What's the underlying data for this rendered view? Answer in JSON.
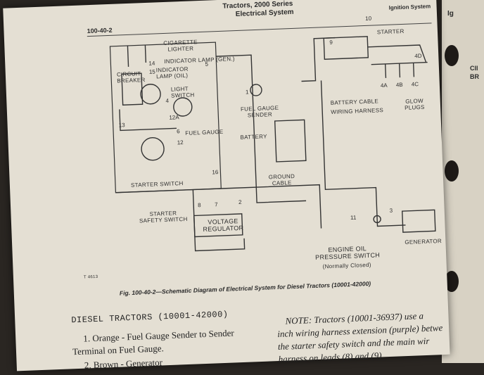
{
  "header": {
    "page_number": "100-40-2",
    "book_title": "Tractors, 2000 Series",
    "section_title": "Electrical System",
    "right_page_header": "Ignition System",
    "right_edge_1": "Ig",
    "right_edge_2": "Cll",
    "right_edge_3": "BR"
  },
  "diagram": {
    "labels": {
      "cigarette_lighter": "CIGARETTE\nLIGHTER",
      "indicator_lamp_gen": "INDICATOR LAMP (GEN.)",
      "indicator_lamp_oil": "INDICATOR\nLAMP (OIL)",
      "circuit_breaker": "CIRCUIT\nBREAKER",
      "light_switch": "LIGHT\nSWITCH",
      "fuel_gauge": "FUEL GAUGE",
      "fuel_gauge_sender": "FUEL GAUGE\nSENDER",
      "starter_switch": "STARTER SWITCH",
      "starter_safety_switch": "STARTER\nSAFETY SWITCH",
      "voltage_regulator": "VOLTAGE\nREGULATOR",
      "battery": "BATTERY",
      "ground_cable": "GROUND\nCABLE",
      "starter": "STARTER",
      "battery_cable": "BATTERY CABLE",
      "wiring_harness": "WIRING HARNESS",
      "glow_plugs": "GLOW\nPLUGS",
      "engine_oil_pressure_switch": "ENGINE OIL\nPRESSURE SWITCH",
      "normally_closed": "(Normally Closed)",
      "generator": "GENERATOR",
      "figure_code": "T 4613"
    },
    "wire_numbers": [
      "1",
      "2",
      "3",
      "4",
      "5",
      "6",
      "7",
      "8",
      "9",
      "10",
      "11",
      "12",
      "12A",
      "13",
      "14",
      "15",
      "16",
      "4A",
      "4B",
      "4C",
      "4D"
    ]
  },
  "caption": "Fig. 100-40-2—Schematic Diagram of Electrical System for Diesel Tractors (10001-42000)",
  "section_heading": "DIESEL TRACTORS (10001-42000)",
  "items": [
    "1. Orange - Fuel Gauge Sender to Sender",
    "Terminal on Fuel Gauge.",
    "2. Brown - Generator"
  ],
  "note_lines": [
    "NOTE: Tractors (10001-36937) use a",
    "inch wiring harness extension (purple) betwe",
    "the starter safety switch and the main wir",
    "harness on leads (8) and (9)."
  ]
}
